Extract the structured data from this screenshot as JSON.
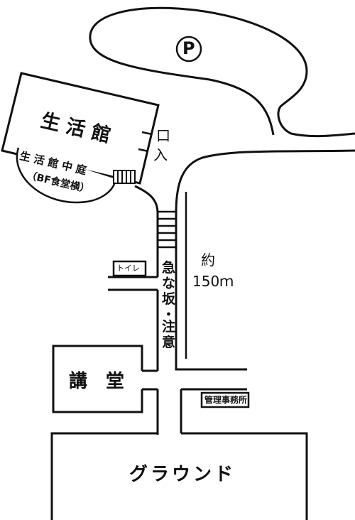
{
  "map": {
    "parking": "P",
    "buildings": {
      "seikatsukan": "生 活 館",
      "courtyard_line1": "生 活 館 中 庭",
      "courtyard_line2": "（BF食堂横）",
      "kodo": "講　堂",
      "kanri": "管理事務所",
      "toilet": "トイレ",
      "ground": "グラウンド"
    },
    "entrance": [
      "入",
      "口"
    ],
    "slope_warning": [
      "急",
      "な",
      "坂",
      "・",
      "注",
      "意"
    ],
    "distance": {
      "line1": "約",
      "line2": "150ｍ"
    }
  }
}
